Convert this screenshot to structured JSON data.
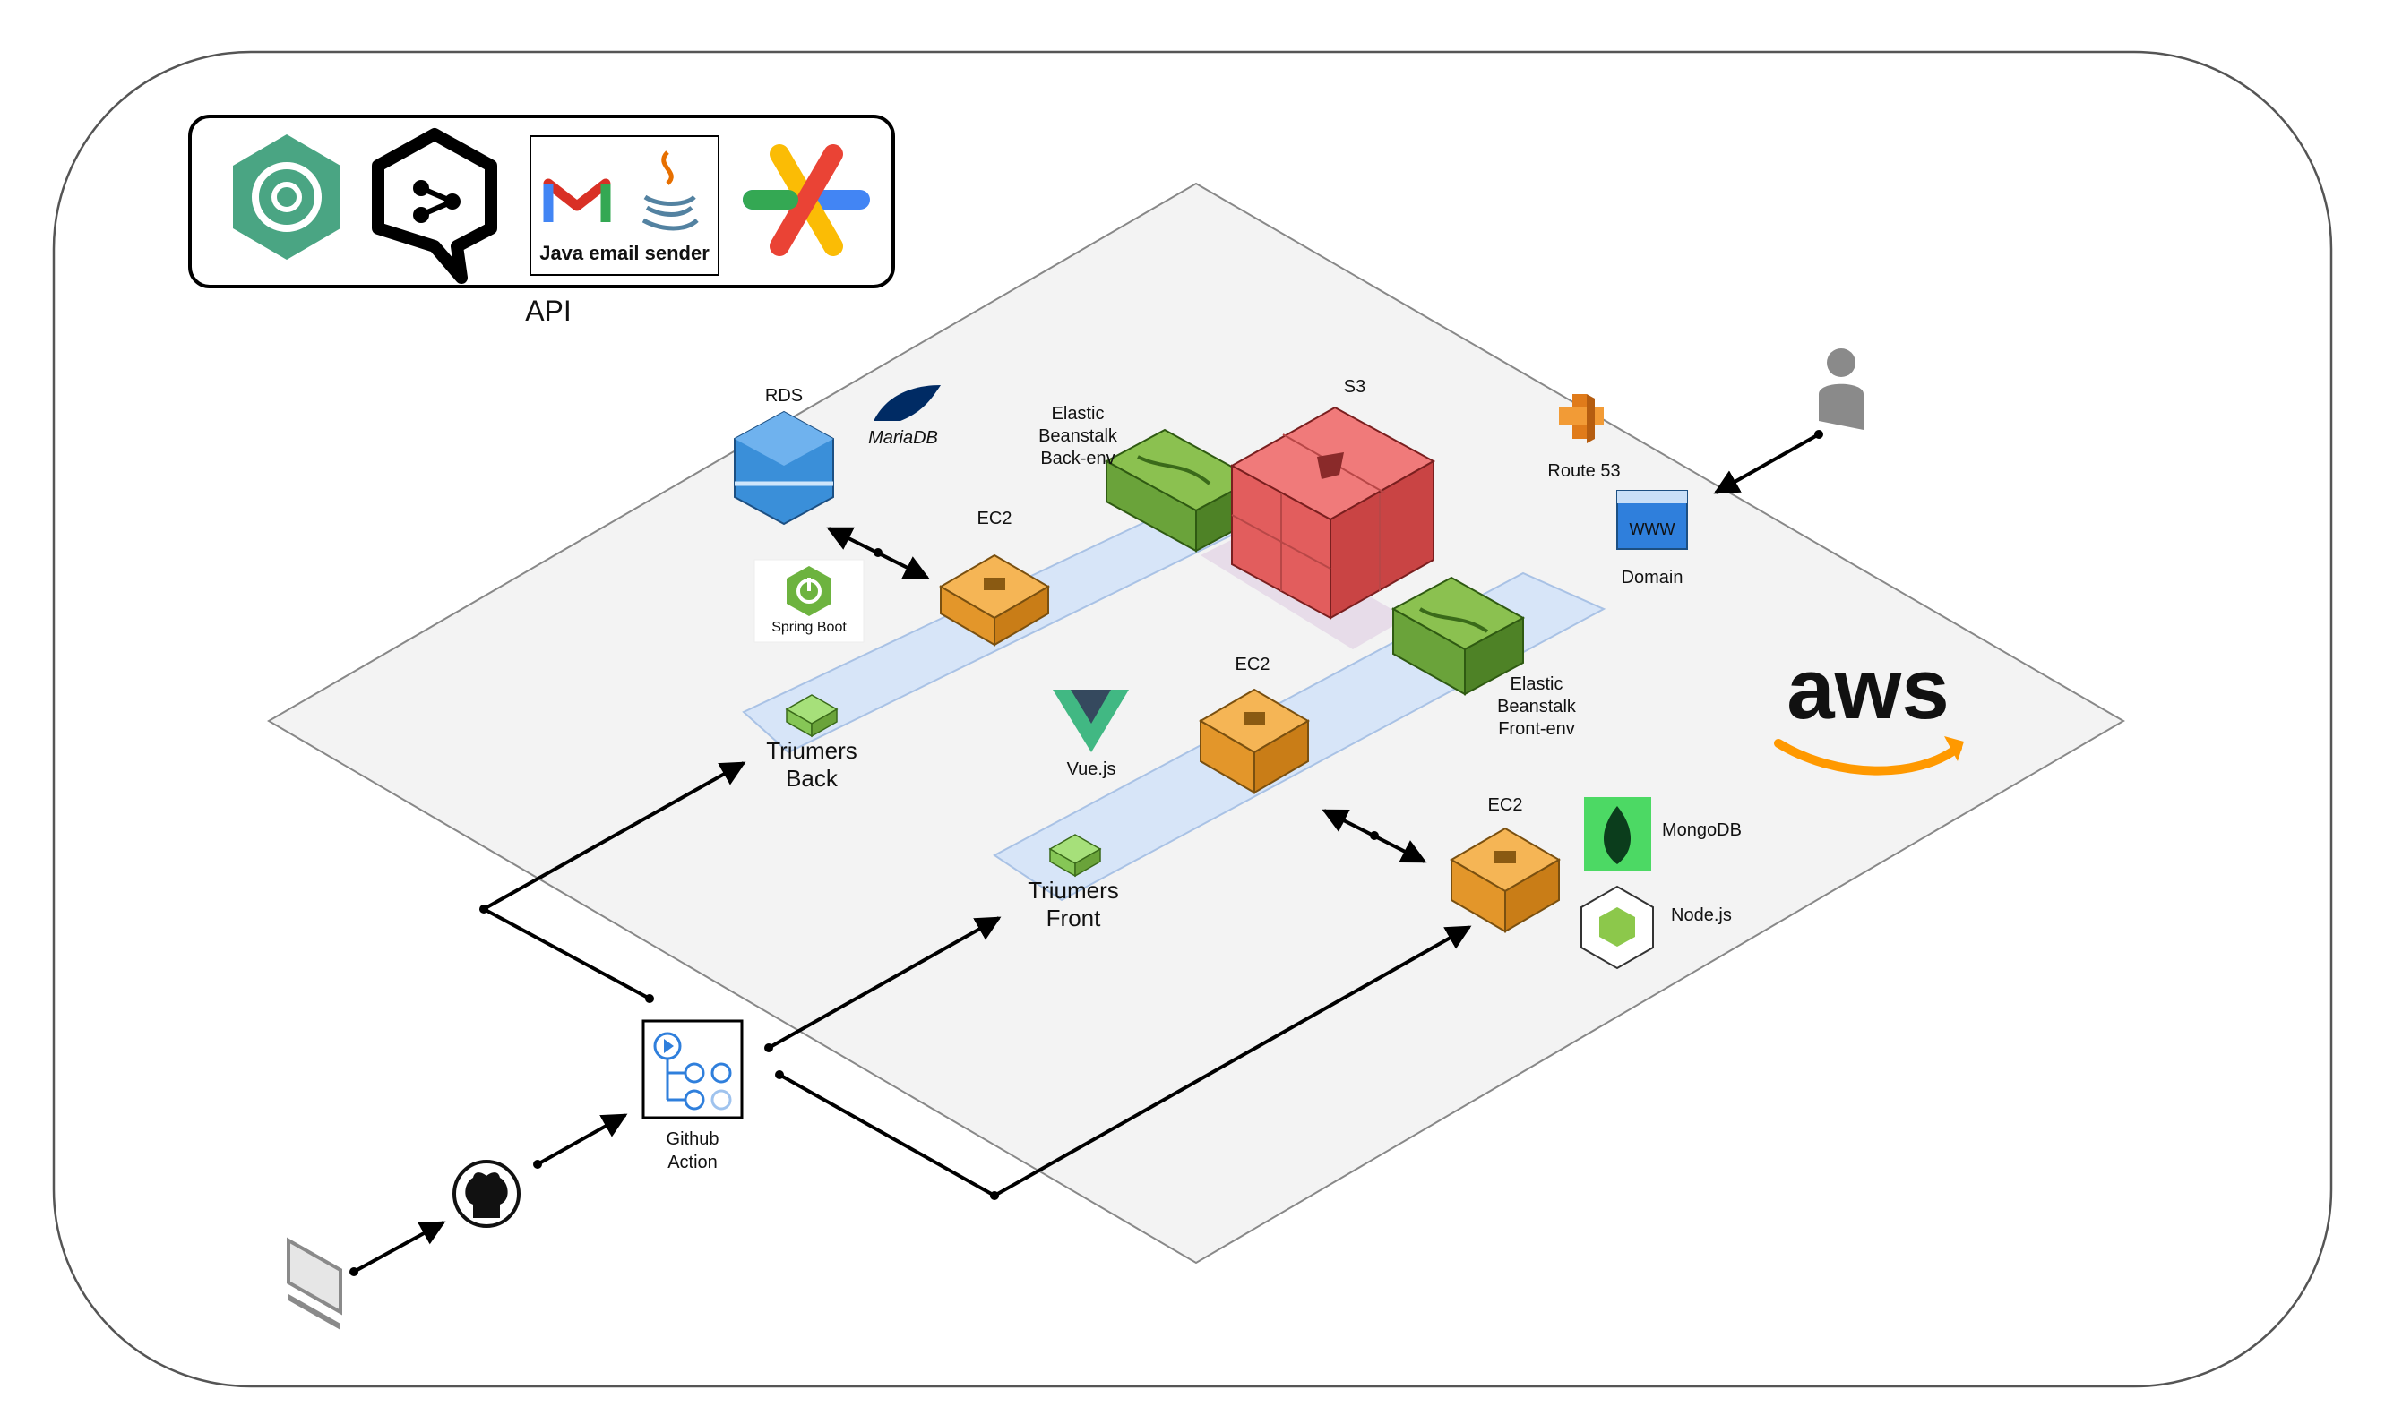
{
  "api_panel": {
    "label": "API",
    "email_sender_label": "Java email sender",
    "icons": [
      "openai-logo-icon",
      "api-hub-logo-icon",
      "gmail-icon",
      "java-icon",
      "google-cloud-icon"
    ]
  },
  "aws": {
    "logo_text": "aws",
    "rds": {
      "label": "RDS",
      "db_label": "MariaDB"
    },
    "ec2_back": {
      "label": "EC2",
      "framework_label": "Spring Boot"
    },
    "beanstalk_back": {
      "label_line1": "Elastic",
      "label_line2": "Beanstalk",
      "label_line3": "Back-env"
    },
    "s3": {
      "label": "S3"
    },
    "route53": {
      "label": "Route 53"
    },
    "domain": {
      "label": "Domain",
      "badge": "WWW"
    },
    "beanstalk_front": {
      "label_line1": "Elastic",
      "label_line2": "Beanstalk",
      "label_line3": "Front-env"
    },
    "ec2_front": {
      "label": "EC2",
      "framework_label": "Vue.js"
    },
    "app_back": {
      "label_line1": "Triumers",
      "label_line2": "Back"
    },
    "app_front": {
      "label_line1": "Triumers",
      "label_line2": "Front"
    },
    "ec2_node": {
      "label": "EC2",
      "db_label": "MongoDB",
      "runtime_label": "Node.js"
    }
  },
  "ci": {
    "github_action_line1": "Github",
    "github_action_line2": "Action"
  },
  "colors": {
    "platform": "#f2f2f2",
    "ec2": "#f0a030",
    "beanstalk": "#6aa33a",
    "s3": "#e25d5d",
    "rds": "#3a8fd9",
    "flow": "#d6e4f7",
    "aws_orange": "#f90"
  }
}
